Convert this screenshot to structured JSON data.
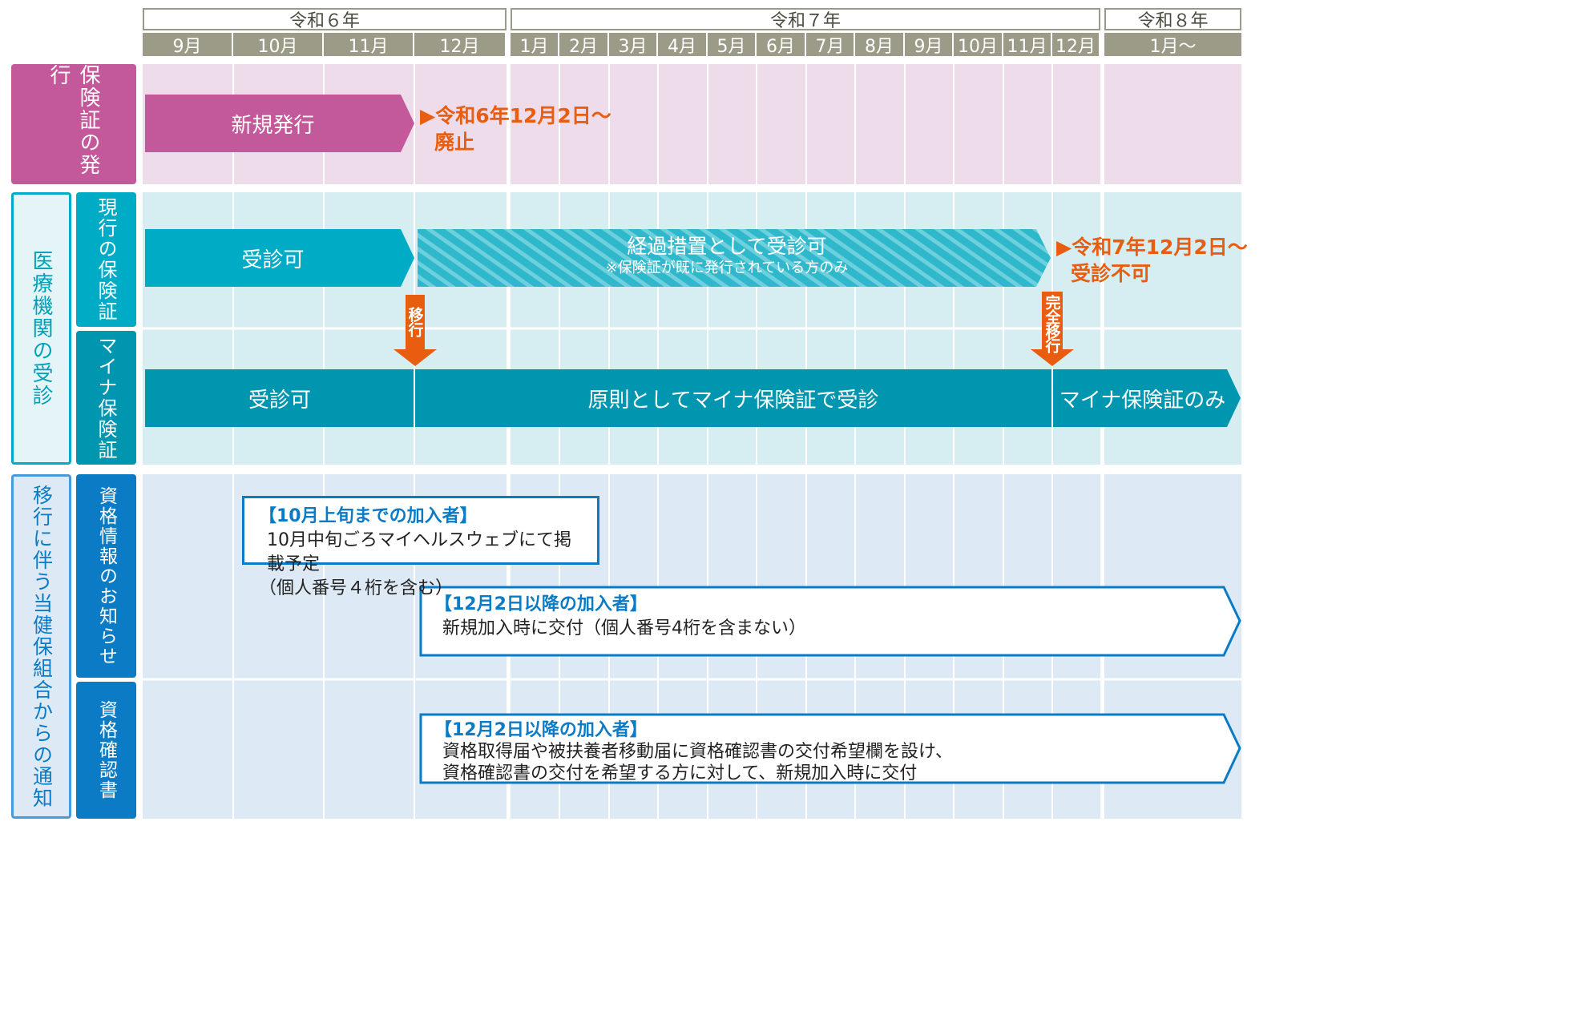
{
  "years": [
    "令和６年",
    "令和７年",
    "令和８年"
  ],
  "months": [
    "9月",
    "10月",
    "11月",
    "12月",
    "1月",
    "2月",
    "3月",
    "4月",
    "5月",
    "6月",
    "7月",
    "8月",
    "9月",
    "10月",
    "11月",
    "12月",
    "1月〜"
  ],
  "rows": {
    "issue_label": "保険証の発行",
    "medical_label": "医療機関の受診",
    "current_card_label": "現行の保険証",
    "myna_card_label": "マイナ保険証",
    "notice_label": "移行に伴う当健保組合からの通知",
    "qual_info_label": "資格情報のお知らせ",
    "qual_cert_label": "資格確認書"
  },
  "bars": {
    "new_issue": "新規発行",
    "new_issue_end": "▶令和6年12月2日〜",
    "new_issue_end2": "廃止",
    "current_ok": "受診可",
    "transition_title": "経過措置として受診可",
    "transition_note": "※保険証が既に発行されている方のみ",
    "current_end": "▶令和7年12月2日〜",
    "current_end2": "受診不可",
    "arrow_move": "移行",
    "arrow_full": "完全移行",
    "myna_ok": "受診可",
    "myna_principle": "原則としてマイナ保険証で受診",
    "myna_only": "マイナ保険証のみ"
  },
  "boxes": {
    "b1_head": "【10月上旬までの加入者】",
    "b1_l1": "10月中旬ごろマイヘルスウェブにて掲載予定",
    "b1_l2": "（個人番号４桁を含む）",
    "b2_head": "【12月2日以降の加入者】",
    "b2_l1": "新規加入時に交付（個人番号4桁を含まない）",
    "b3_head": "【12月2日以降の加入者】",
    "b3_l1": "資格取得届や被扶養者移動届に資格確認書の交付希望欄を設け、",
    "b3_l2": "資格確認書の交付を希望する方に対して、新規加入時に交付"
  },
  "colors": {
    "issue": "#c3589a",
    "issue_bg": "#efdcea",
    "current": "#00abc5",
    "myna": "#0096b0",
    "medical_bg": "#d6eef2",
    "notice": "#0a7bc4",
    "notice_bg": "#dde9f5",
    "accent": "#e85d10"
  }
}
